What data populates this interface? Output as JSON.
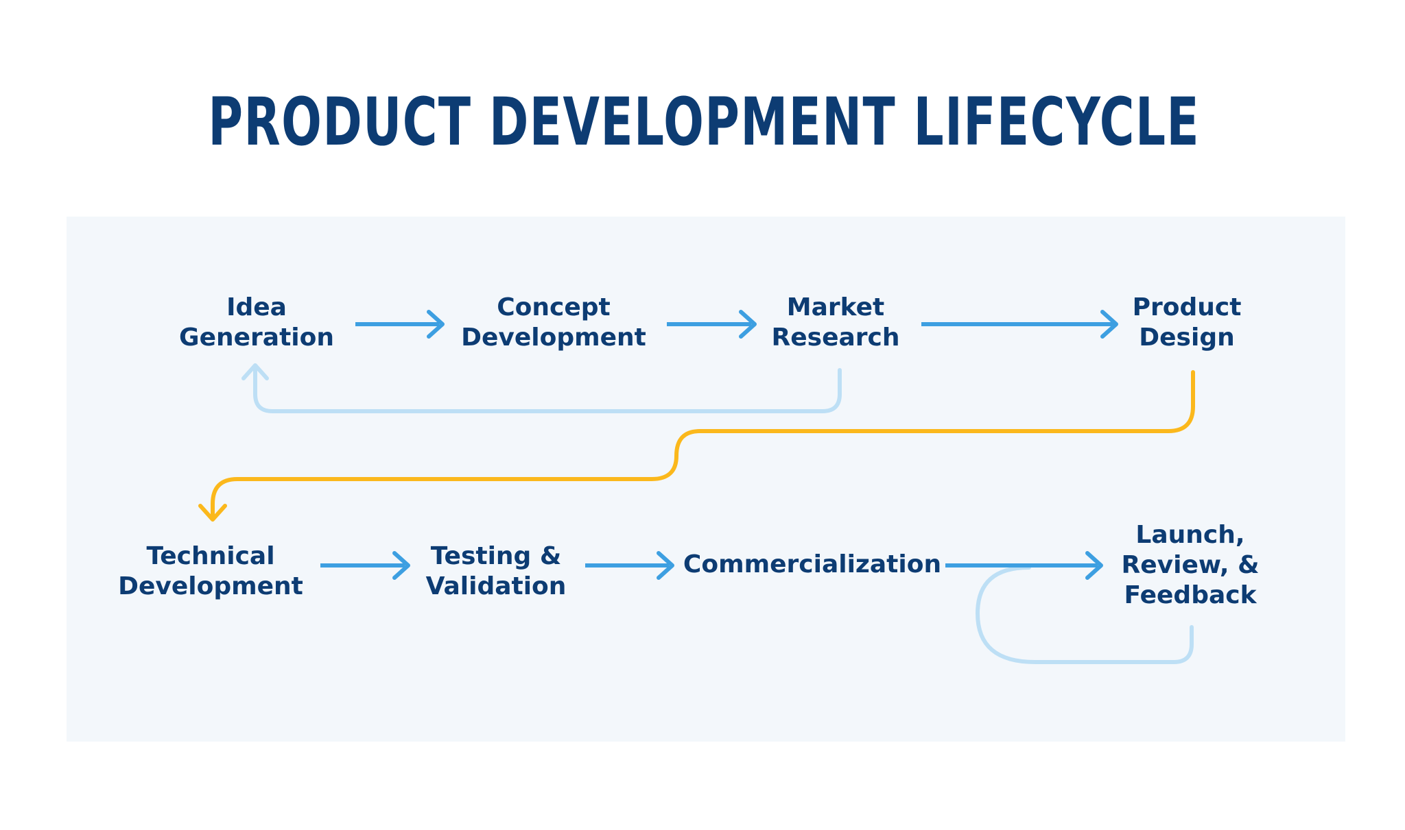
{
  "title": "PRODUCT DEVELOPMENT LIFECYCLE",
  "colors": {
    "title": "#0d3c73",
    "panel": "#f3f7fb",
    "primary_arrow": "#3d9fe1",
    "feedback_loop": "#bddff5",
    "transition": "#fbb81c"
  },
  "stages": [
    {
      "id": "idea-generation",
      "lines": [
        "Idea",
        "Generation"
      ]
    },
    {
      "id": "concept-development",
      "lines": [
        "Concept",
        "Development"
      ]
    },
    {
      "id": "market-research",
      "lines": [
        "Market",
        "Research"
      ]
    },
    {
      "id": "product-design",
      "lines": [
        "Product",
        "Design"
      ]
    },
    {
      "id": "technical-development",
      "lines": [
        "Technical",
        "Development"
      ]
    },
    {
      "id": "testing-validation",
      "lines": [
        "Testing &",
        "Validation"
      ]
    },
    {
      "id": "commercialization",
      "lines": [
        "Commercialization"
      ]
    },
    {
      "id": "launch-review-feedback",
      "lines": [
        "Launch,",
        "Review, &",
        "Feedback"
      ]
    }
  ],
  "connections": [
    {
      "from": "idea-generation",
      "to": "concept-development",
      "style": "primary"
    },
    {
      "from": "concept-development",
      "to": "market-research",
      "style": "primary"
    },
    {
      "from": "market-research",
      "to": "product-design",
      "style": "primary"
    },
    {
      "from": "market-research",
      "to": "idea-generation",
      "style": "feedback"
    },
    {
      "from": "product-design",
      "to": "technical-development",
      "style": "transition"
    },
    {
      "from": "technical-development",
      "to": "testing-validation",
      "style": "primary"
    },
    {
      "from": "testing-validation",
      "to": "commercialization",
      "style": "primary"
    },
    {
      "from": "commercialization",
      "to": "launch-review-feedback",
      "style": "primary"
    },
    {
      "from": "launch-review-feedback",
      "to": "commercialization",
      "style": "feedback"
    }
  ]
}
